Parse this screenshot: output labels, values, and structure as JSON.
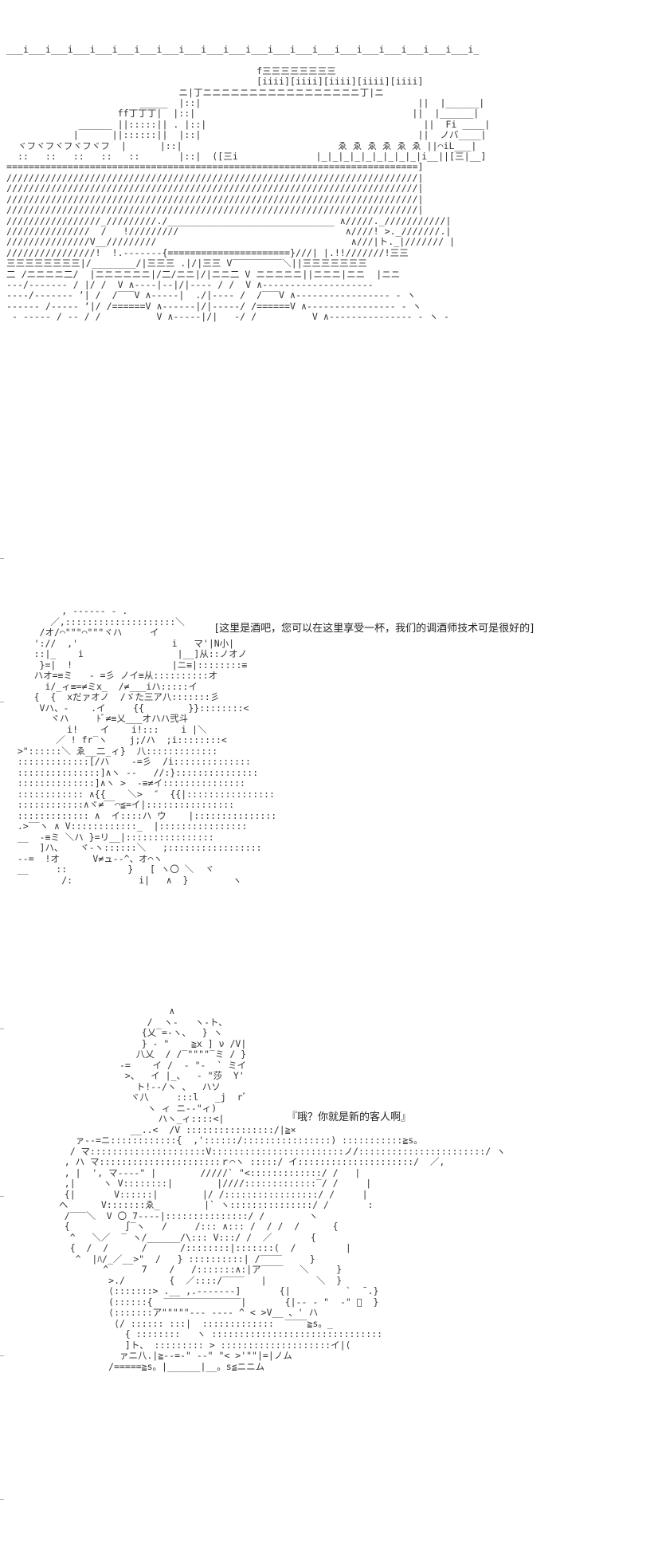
{
  "scene_art": [
    "___i___i___i___i___i___i___i___i___i___i___i___i___i___i___i___i___i___i___i___i___i_",
    "",
    "                                             f三三三三三三三三",
    "                                             [iiii][iiii][iiii][iiii][iiii]",
    "                               ニ|丁ニニニニニニニニニニニニニニニニニ丁|ニ",
    "                        _____  |::|                                       ||  |______|",
    "                    ff丁丁丁|  |::|                                       ||  |______|",
    "             ______ ||:::::|| . |::|                                       ||  Fi ____|",
    "            |      ||::::::||  |::|                                       ||  ノバ____|",
    "  ヾフヾフヾフヾフヾフ  |      |::|                            ゑ ゑ ゑ ゑ ゑ ゑ ||⌒iL___|",
    "  ::   ::   ::   ::   ::       |::|  ([三i              |_|_|_|_|_|_|_|_|_|i__||[三|__]",
    "==========================================================================]",
    "//////////////////////////////////////////////////////////////////////////|",
    "//////////////////////////////////////////////////////////////////////////|",
    "//////////////////////////////////////////////////////////////////////////|",
    "//////////////////////////////////////////////////////////////////////////|",
    "/////////////////_/////////./______________________________ ∧/////._///////////|",
    "///////////////  /   !/////////                              ∧////! >._///////.|",
    "///////////////V__/////////                                   ∧///|ト._|/////// |",
    "////////////////!  !.-------{======================}///| |.!!///////!三三",
    "三三三三三三三三|/________/|三三三 .|/|三三 V‾‾‾‾‾‾‾‾‾＼||三三三三三三三",
    "二 /ニニニニ二/  |ニニニニニニ|/二/ニニ|/|ニニ二 V ニニニニニ||ニニニ|ニニ  |ニニ",
    "‐‐‐/‐‐‐‐‐‐‐ / |/ /  V ∧‐‐‐‐|‐‐|/|‐‐‐‐ / /  V ∧‐‐‐‐‐‐‐‐‐‐‐‐‐‐‐‐‐‐‐‐",
    "‐‐‐‐/‐‐‐‐‐‐‐ ‘| /  /‾‾‾V ∧‐‐‐‐‐|  ./|‐‐‐‐ /  /‾‾‾V ∧‐‐‐‐‐‐‐‐‐‐‐‐‐‐‐‐‐ ‐ ヽ",
    "‐‐‐‐‐‐ /‐‐‐‐‐ ‘|/ /======V ∧‐‐‐‐‐‐|/|‐‐‐‐‐/ /======V ∧‐‐‐‐‐‐‐‐‐‐‐‐‐‐‐‐ ‐ ヽ",
    " ‐ ‐‐‐‐‐ / ‐‐ / /          V ∧‐‐‐‐‐|/|   ‐/ /          V ∧‐‐‐‐‐‐‐‐‐‐‐‐‐‐‐ ‐ ヽ ‐"
  ],
  "bar_art": [
    "          , -‐‐‐‐- - .",
    "        ／,::::::::::::::::::::＼",
    "      /オ/⌒\"\"\"⌒\"\"\"ヾハ     イ",
    "     '://  ,'                 i   マ'|N小|",
    "     ::|_    i                 |__]从::ノオノ",
    "      }=|  !                  |ニ≡|::::::::≡",
    "     ハオ=≡ミ   ‐ =彡 ノイ≡从::::::::::オ",
    "       i/_ィ≡=≠ミx_  /≠___iハ:::::イ",
    "     {  {  xだァオノ  /ゞた三ア八:::::::彡",
    "      Vハ、‐    .イ     {{        }}::::::::<",
    "        ヾハ     ﾄﾞ≠≡乂___オハハ弐斗",
    "           i!    イ    i!:::    i |＼",
    "         ／ ! fr‾ヽ    j;/ハ  ;i::::::::<",
    "  >\"::::::＼ ゑ__二_ィ}  八:::::::::::::",
    "  :::::::::::::[/ハ    ‐=彡  /i::::::::::::::",
    "  :::::::::::::::]∧ヽ ‐‐   //:}:::::::::::::::",
    "  ::::::::::::::]∧ヽ >  ‐≡≠イ:::::::::::::::",
    "  :::::::::::: ∧{{    ＼>  ″  {{|::::::::::::::::",
    "  ::::::::::::∧ヾ≠‾‾⌒≦=イ|::::::::::::::::",
    "  ::::::::::::: ∧  イ::::ハ ウ    |:::::::::::::::",
    "  .>‾‾ヽ ∧ V::::::::::::_  |::::::::::::::::",
    "  __  ‐≡ミ ＼ハ }=リ__|::::::::::::::::",
    "      ]ハ、   ヾ‐ヽ::::::＼   ;:::::::::::::::::",
    "  ‐‐=  !オ      V≠ュ‐‐^、オ⌒ヽ",
    "  __     ::           }   [ ヽ〇 ＼  ヾ",
    "          /:            i|   ∧  }        ヽ"
  ],
  "dialogue_1": "[这里是酒吧，您可以在这里享受一杯，我们的调酒师技术可是很好的]",
  "customer_art": [
    "                      ∧",
    "                  /  ヽ‐   ヽ‐ト、",
    "                 {乂‾=‐ヽ、  } ヽ",
    "                 } ‐ \"    ≧x ] ν /V|",
    "                八乂  / /‾\"\"\"\"‾ミ / }",
    "             ‐=    イ /  ‐ \"‐  ` ミイ",
    "              >、  イ |_、  ‐ \"莎  Y'",
    "                ト!‐‐/ヽ 、  ハソ",
    "               ヾ八     :::l   _j  rﾞ",
    "                  ヽ ィ ニ‐‐\"ィ)",
    "                    ハヽ_ィ::::<|",
    "               __..<  /V ::::::::::::::::/|≧×",
    "     ァ‐‐=ニ::::::::::::{  ,'::::::/::::::::::::::::) :::::::::::≧s。",
    "    / マ:::::::::::::::::::::V::::::::::::::::::::::::ノ/:::::::::::::::::::::::/ ヽ",
    "   , ハ マ::::::::::::::::::::::ｒ⌒ヽ :::::/ イ:::::::::::::::::::::/  ／,",
    "   , |  ', マ‐‐‐‐\" |        /////` \"<:::::::::::::/ /   |",
    "   ,|     ヽ V::::::::|        |////:::::::::::::‾/ /     |",
    "   {|       V::::::|        |/ /:::::::::::::::::/ /     |",
    "  ヘ      V:::::::ゑ_        |` ヽ:::::::::::::::/ /       :",
    "   /‾‾‾＼  V 〇 7‐‐‐‐|:::::::::::::::/ /        ヽ",
    "   {          ∫‾ヽ   /     /::: ∧::: /  / /  /      {",
    "    ^   ＼／  ‾ ヽ/______/\\::: V:::/ /  ／       {",
    "    {  /  /      /      /::::::::|:::::::(  /         |",
    "     ^  |ﾊ/_／__>\"  /   } ::::::::::| /‾‾‾‾     }",
    "          ^      7    /   /:::::::∧:|ア‾‾‾‾   ＼     }",
    "           >./        {  ／::::/‾‾‾‾   |         ＼  }",
    "           ⟨:::::::> .__ ,.‐‐‐‐‐‐‐]       {|          `  ̄ .}",
    "           (::::::{  ‾‾‾‾‾‾‾‾‾‾‾‾‾‾|       {|‐‐ ‐ \"  ‐\" ﾞ  }",
    "           ⟨:::::::ア\"\"\"\"\"‐‐‐ ‐‐‐‐ ^ < >V__ 、' ハ",
    "            ⟨/ :::::: :::|  :::::::::::::  ‾‾‾‾≧s。_",
    "              { ::::::::   ヽ :::::::::::::::::::::::::::::::",
    "              ]ト、 ::::::::: > ::::::::::::::::::::イ|(",
    "             ァニ八.|≧‐‐=‐\" ‐‐\" \"< >'\"\"|=|ノム",
    "           /=====≧s。|______|__。s≦ニニム"
  ],
  "dialogue_2": "『哦？你就是新的客人啊』"
}
